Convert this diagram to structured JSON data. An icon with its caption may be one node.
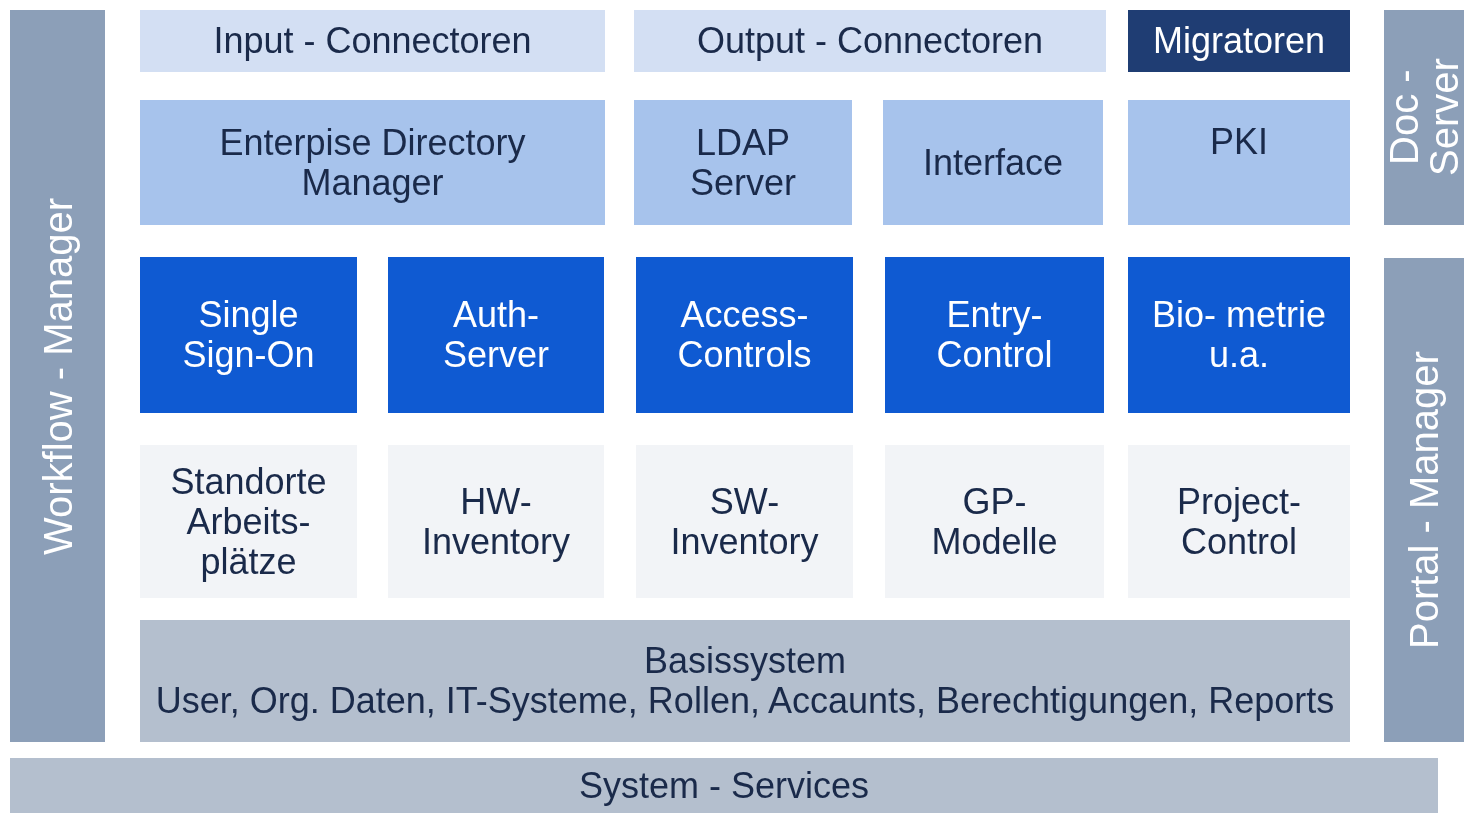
{
  "diagram": {
    "nodes": [
      {
        "text": [
          "Workflow - Manager"
        ]
      },
      {
        "text": [
          "Input - Connectoren"
        ]
      },
      {
        "text": [
          "Output - Connectoren"
        ]
      },
      {
        "text": [
          "Migratoren"
        ]
      },
      {
        "text": [
          "Doc - Server"
        ]
      },
      {
        "text": [
          "Enterpise Directory Manager"
        ]
      },
      {
        "text": [
          "LDAP Server"
        ]
      },
      {
        "text": [
          "Interface"
        ]
      },
      {
        "text": [
          "PKI"
        ]
      },
      {
        "text": [
          "Portal - Manager"
        ]
      },
      {
        "text": [
          "Single Sign-On"
        ]
      },
      {
        "text": [
          "Auth- Server"
        ]
      },
      {
        "text": [
          "Access- Controls"
        ]
      },
      {
        "text": [
          "Entry- Control"
        ]
      },
      {
        "text": [
          "Bio- metrie u.a."
        ]
      },
      {
        "text": [
          "Standorte Arbeits- plätze"
        ]
      },
      {
        "text": [
          "HW- Inventory"
        ]
      },
      {
        "text": [
          "SW- Inventory"
        ]
      },
      {
        "text": [
          "GP- Modelle"
        ]
      },
      {
        "text": [
          "Project- Control"
        ]
      },
      {
        "text": [
          "Basissystem",
          "User, Org. Daten, IT-Systeme, Rollen, Accaunts, Berechtigungen, Reports"
        ]
      },
      {
        "text": [
          "System - Services"
        ]
      }
    ]
  }
}
